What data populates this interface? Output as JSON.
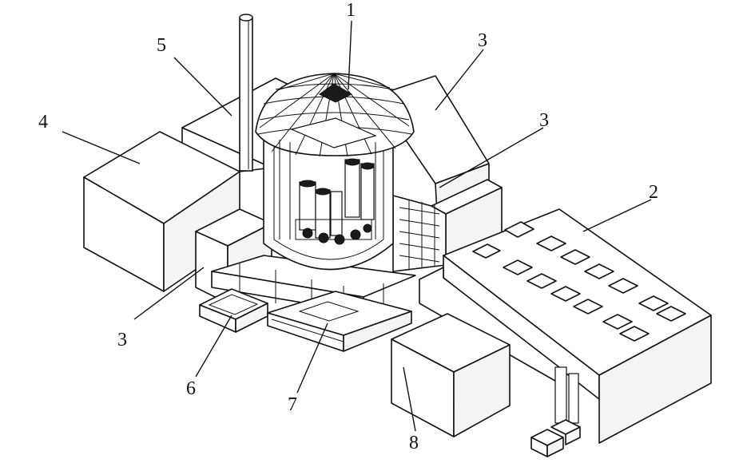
{
  "labels": [
    {
      "id": "1",
      "text": "1"
    },
    {
      "id": "2",
      "text": "2"
    },
    {
      "id": "3a",
      "text": "3"
    },
    {
      "id": "3b",
      "text": "3"
    },
    {
      "id": "3c",
      "text": "3"
    },
    {
      "id": "4",
      "text": "4"
    },
    {
      "id": "5",
      "text": "5"
    },
    {
      "id": "6",
      "text": "6"
    },
    {
      "id": "7",
      "text": "7"
    },
    {
      "id": "8",
      "text": "8"
    }
  ]
}
